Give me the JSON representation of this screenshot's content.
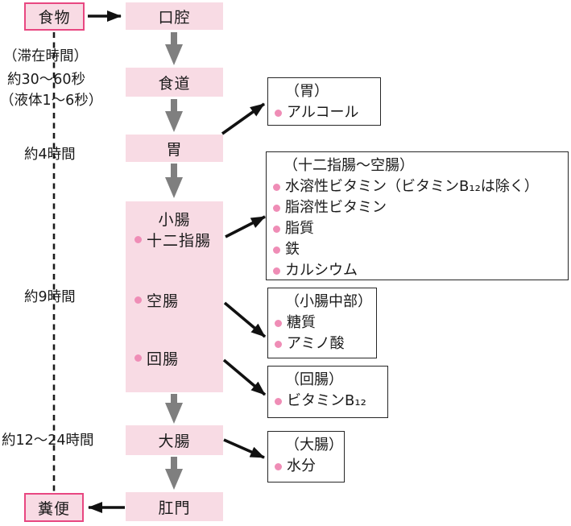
{
  "palette": {
    "pink_fill": "#f8dbe4",
    "magenta_border": "#e84781",
    "bullet_pink": "#ef8db6",
    "arrow_gray": "#7f7f7f",
    "arrow_black": "#111111"
  },
  "flow": {
    "start_label": "食物",
    "end_label": "糞便"
  },
  "transit_times": {
    "title": "（滞在時間）",
    "mouth": "約30〜60秒",
    "mouth_liquid": "（液体1〜6秒）",
    "stomach": "約4時間",
    "small_intestine": "約9時間",
    "large_intestine": "約12〜24時間"
  },
  "organs": {
    "mouth": "口腔",
    "esophagus": "食道",
    "stomach": "胃",
    "small_intestine": {
      "title": "小腸",
      "parts": [
        "十二指腸",
        "空腸",
        "回腸"
      ]
    },
    "large_intestine": "大腸",
    "anus": "肛門"
  },
  "absorption_notes": [
    {
      "site": "（胃）",
      "items": [
        "アルコール"
      ]
    },
    {
      "site": "（十二指腸〜空腸）",
      "items": [
        "水溶性ビタミン（ビタミンB₁₂は除く）",
        "脂溶性ビタミン",
        "脂質",
        "鉄",
        "カルシウム"
      ]
    },
    {
      "site": "（小腸中部）",
      "items": [
        "糖質",
        "アミノ酸"
      ]
    },
    {
      "site": "（回腸）",
      "items": [
        "ビタミンB₁₂"
      ]
    },
    {
      "site": "（大腸）",
      "items": [
        "水分"
      ]
    }
  ]
}
